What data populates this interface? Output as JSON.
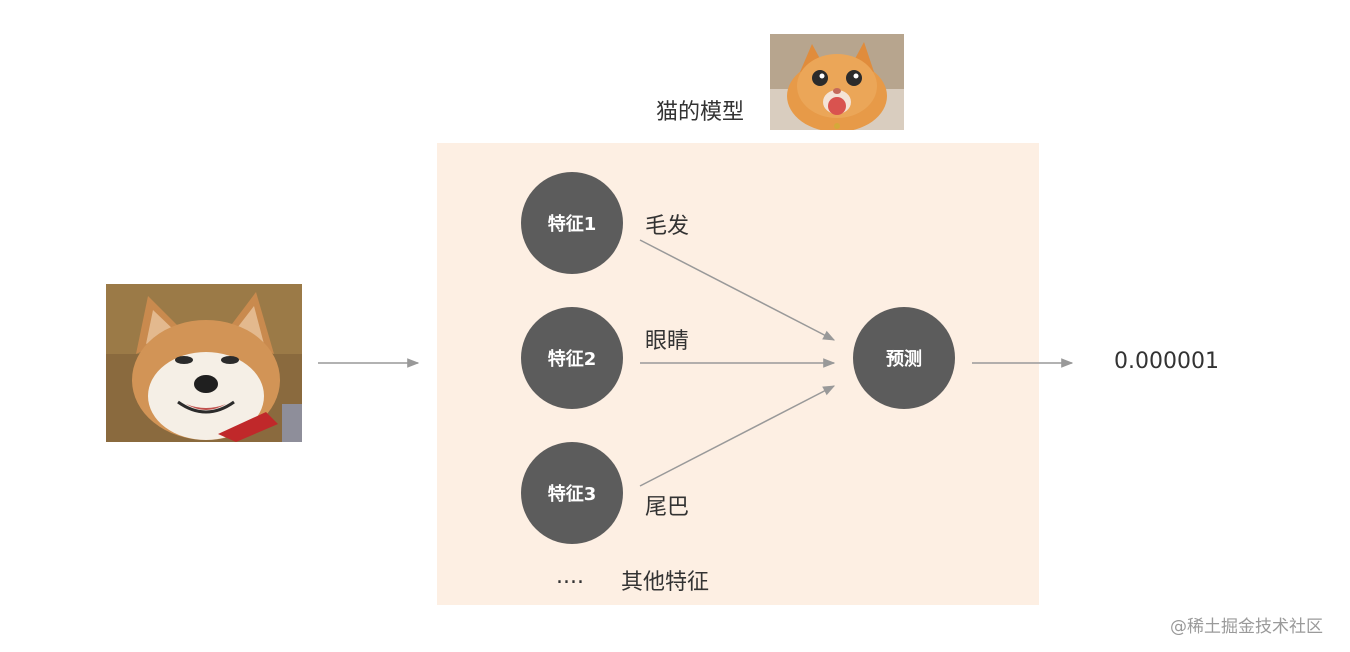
{
  "model_title": "猫的模型",
  "features": [
    {
      "node": "特征1",
      "label": "毛发"
    },
    {
      "node": "特征2",
      "label": "眼睛"
    },
    {
      "node": "特征3",
      "label": "尾巴"
    }
  ],
  "more_dots": "....",
  "more_label": "其他特征",
  "predict_node": "预测",
  "output_value": "0.000001",
  "watermark": "@稀土掘金技术社区",
  "images": {
    "input_image": "shiba-inu-dog-photo",
    "model_image": "orange-cat-photo"
  },
  "colors": {
    "panel": "#fdefe3",
    "node": "#5c5c5c",
    "arrow": "#999999"
  }
}
